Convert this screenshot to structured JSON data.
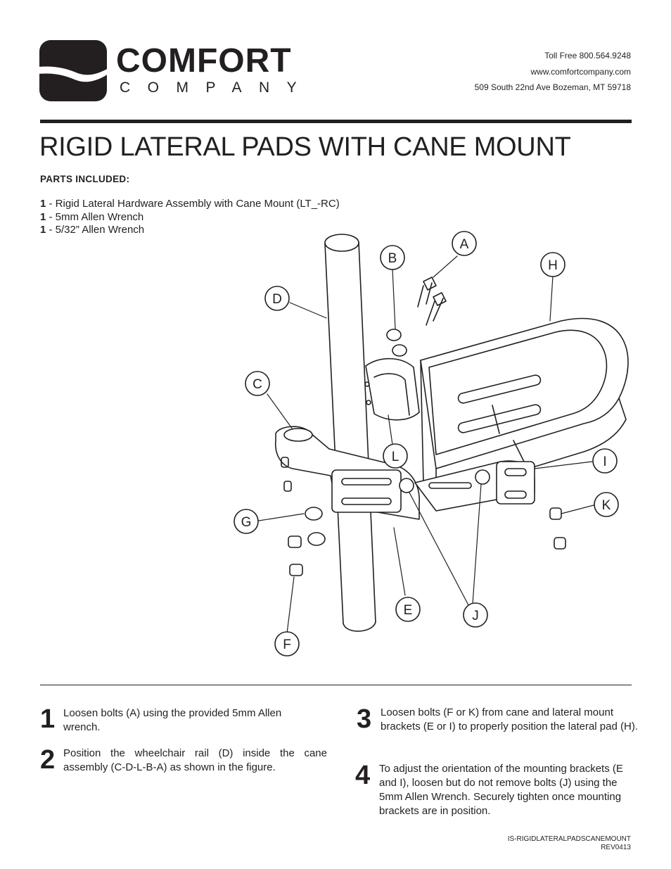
{
  "brand": {
    "name": "COMFORT",
    "sub": "COMPANY"
  },
  "contact": {
    "phone": "Toll Free  800.564.9248",
    "web": "www.comfortcompany.com",
    "address": "509 South 22nd Ave Bozeman, MT 59718"
  },
  "title": "RIGID LATERAL PADS WITH CANE MOUNT",
  "parts": {
    "heading": "PARTS INCLUDED:",
    "items": [
      {
        "qty": "1",
        "desc": " - Rigid Lateral Hardware Assembly with Cane Mount (LT_-RC)"
      },
      {
        "qty": "1",
        "desc": " - 5mm Allen Wrench"
      },
      {
        "qty": "1",
        "desc": " - 5/32” Allen Wrench"
      }
    ]
  },
  "figure": {
    "labels": [
      "A",
      "B",
      "C",
      "D",
      "E",
      "F",
      "G",
      "H",
      "I",
      "J",
      "K",
      "L"
    ]
  },
  "steps": [
    {
      "num": "1",
      "text": "Loosen bolts (A) using the provided 5mm Allen wrench."
    },
    {
      "num": "2",
      "text": "Position the wheelchair rail (D) inside the cane assembly (C-D-L-B-A) as shown in the figure."
    },
    {
      "num": "3",
      "text": "Loosen bolts (F or K) from cane and lateral mount brackets (E or I) to properly position the lateral pad (H)."
    },
    {
      "num": "4",
      "text": "To adjust the orientation of the mounting brackets (E and I), loosen but do not remove bolts (J) using the 5mm Allen Wrench.  Securely tighten once mounting brackets are in position."
    }
  ],
  "footer": {
    "code": "IS-RIGIDLATERALPADSCANEMOUNT",
    "rev": "REV0413"
  }
}
